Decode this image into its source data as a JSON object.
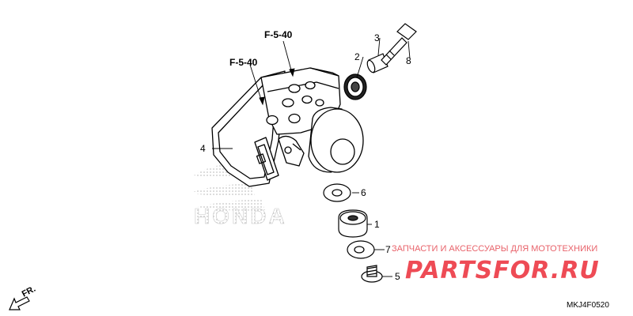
{
  "diagram": {
    "reference_labels": [
      "F-5-40",
      "F-5-40"
    ],
    "part_callouts": [
      {
        "id": "p1",
        "label": "1"
      },
      {
        "id": "p2",
        "label": "2"
      },
      {
        "id": "p3",
        "label": "3"
      },
      {
        "id": "p4",
        "label": "4"
      },
      {
        "id": "p5",
        "label": "5"
      },
      {
        "id": "p6",
        "label": "6"
      },
      {
        "id": "p7",
        "label": "7"
      },
      {
        "id": "p8",
        "label": "8"
      }
    ],
    "direction_label": "FR.",
    "drawing_code": "MKJ4F0520"
  },
  "watermark": {
    "tagline": "ЗАПЧАСТИ И АКСЕССУАРЫ ДЛЯ МОТОТЕХНИКИ",
    "site": "PARTSFOR.RU",
    "brand_logo_text": "HONDA",
    "colors": {
      "tagline": "#e8626a",
      "site": "#ee4b55",
      "logo_dots": "#c8c8c8"
    }
  }
}
